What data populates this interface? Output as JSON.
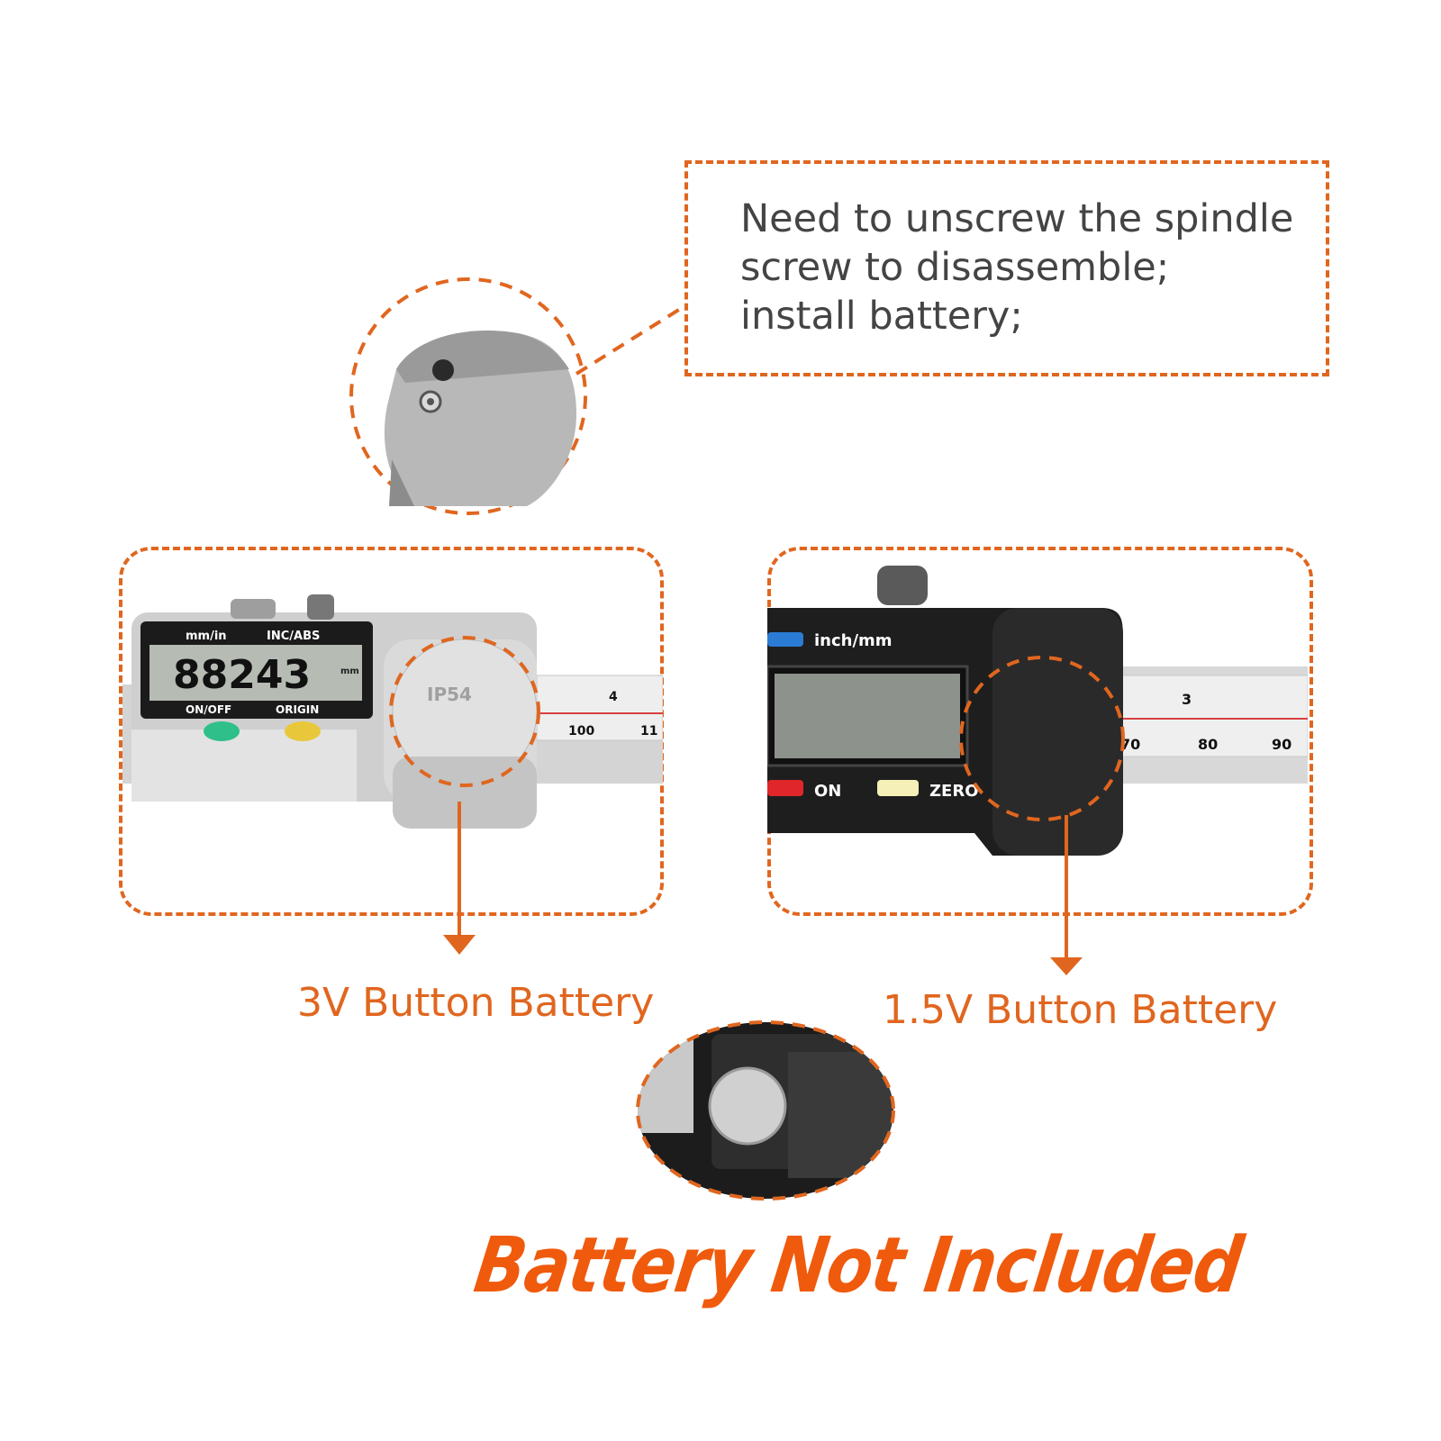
{
  "note": {
    "lines": [
      "Need to unscrew the spindle",
      "screw to disassemble;",
      "install battery;"
    ]
  },
  "left_caliper": {
    "labels": {
      "mm_in": "mm/in",
      "inc_abs": "INC/ABS",
      "on_off": "ON/OFF",
      "origin": "ORIGIN",
      "reading": "88243",
      "unit": "mm",
      "rating": "IP54",
      "scale_top": "4",
      "scale_bottom": "100",
      "scale_bottom_next": "11"
    },
    "button_colors": {
      "on_off": "#2fbf8a",
      "origin": "#e8c83a"
    }
  },
  "right_caliper": {
    "labels": {
      "inch_mm": "inch/mm",
      "on": "ON",
      "zero": "ZERO",
      "scale_top": "3",
      "scale_70": "70",
      "scale_80": "80",
      "scale_90": "90"
    },
    "button_colors": {
      "inch_mm": "#2a7bd4",
      "on": "#e0262a",
      "zero": "#f4f0b8"
    }
  },
  "battery_labels": {
    "left": "3V Button Battery",
    "right": "1.5V Button Battery"
  },
  "warning": "Battery Not Included",
  "colors": {
    "accent": "#e0661f",
    "warning": "#f05a0c"
  }
}
